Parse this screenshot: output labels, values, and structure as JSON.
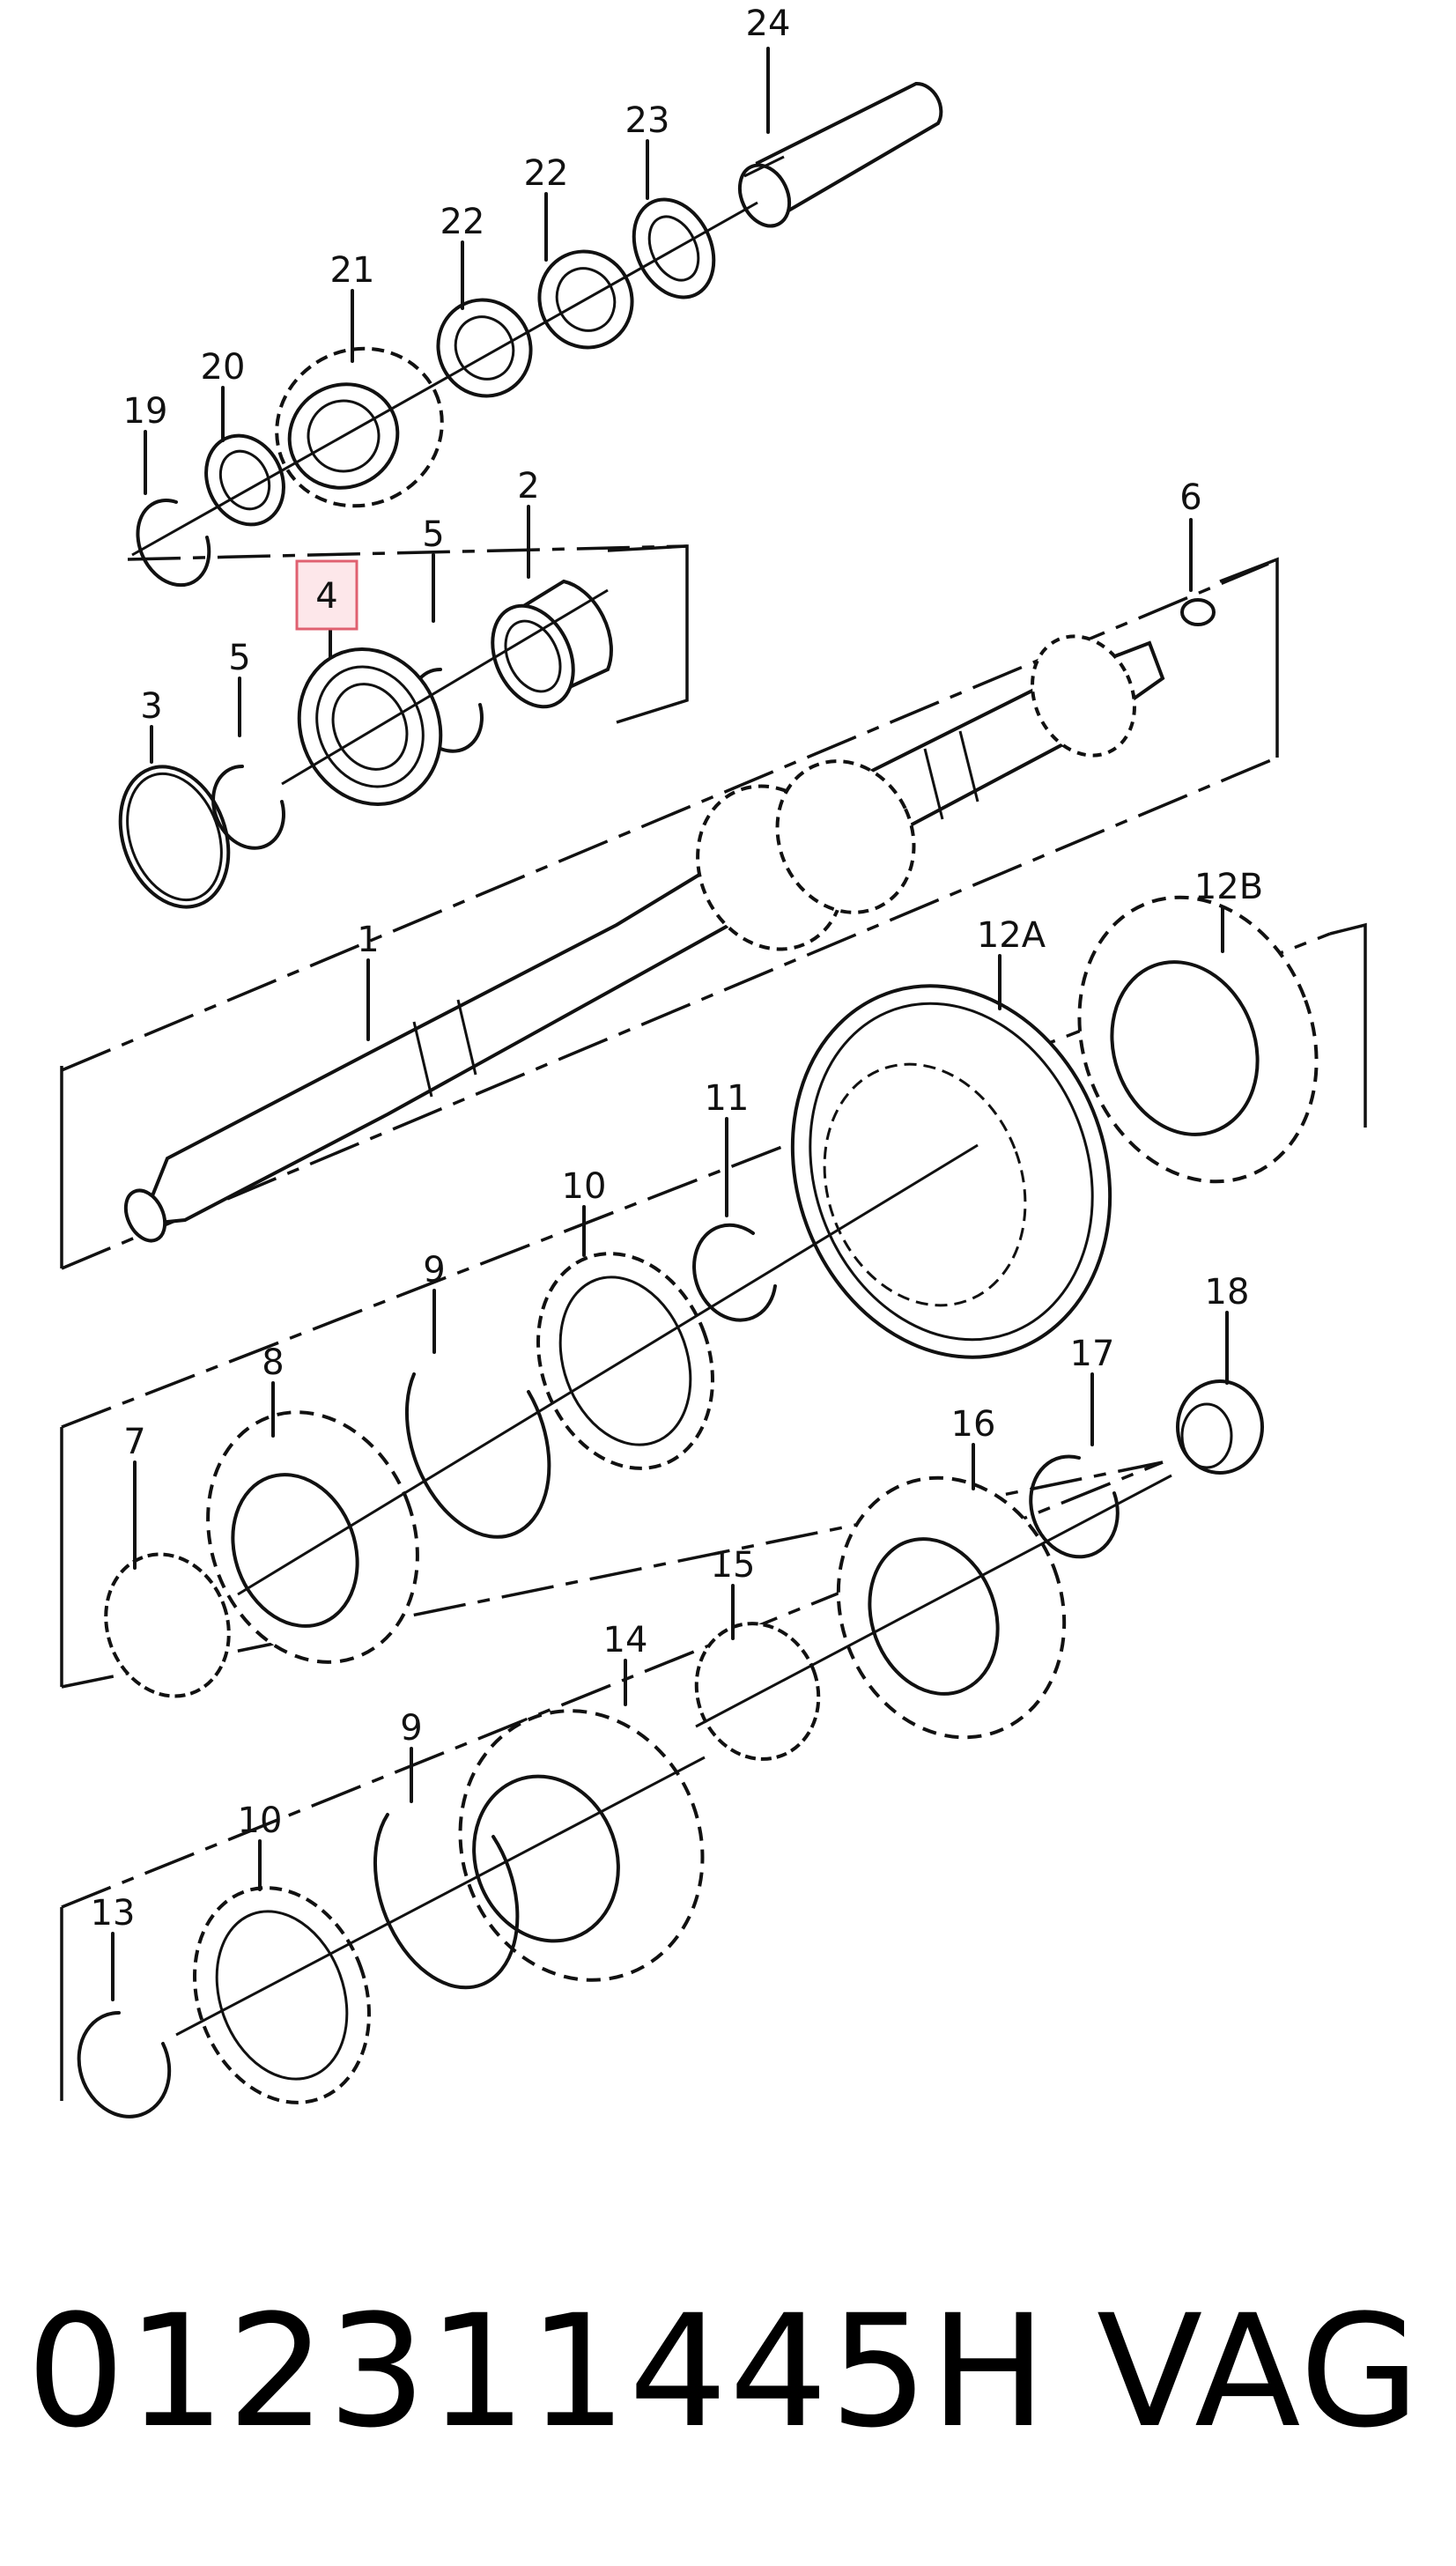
{
  "diagram": {
    "highlighted_part": "4",
    "labels": {
      "p1": "1",
      "p2": "2",
      "p3": "3",
      "p4": "4",
      "p5a": "5",
      "p5b": "5",
      "p6": "6",
      "p7": "7",
      "p8": "8",
      "p9a": "9",
      "p9b": "9",
      "p10a": "10",
      "p10b": "10",
      "p11": "11",
      "p12a": "12A",
      "p12b": "12B",
      "p13": "13",
      "p14": "14",
      "p15": "15",
      "p16": "16",
      "p17": "17",
      "p18": "18",
      "p19": "19",
      "p20": "20",
      "p21": "21",
      "p22a": "22",
      "p22b": "22",
      "p23": "23",
      "p24": "24"
    }
  },
  "footer": {
    "part_number": "012311445H",
    "brand": "VAG"
  }
}
